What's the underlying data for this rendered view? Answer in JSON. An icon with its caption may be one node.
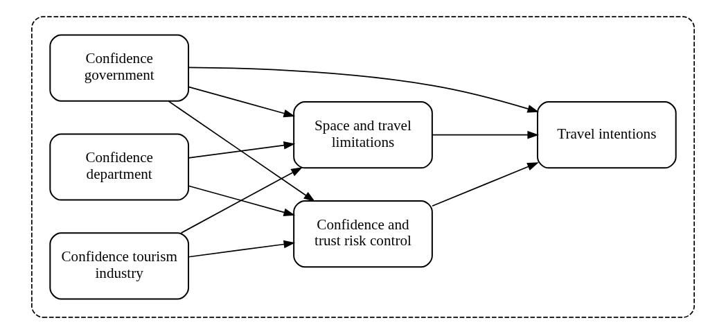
{
  "diagram": {
    "nodes": [
      {
        "text": [],
        "shape": "box"
      },
      {
        "text": [
          "Confidence department"
        ],
        "in": 0
      },
      {
        "text": [
          "Confidence government"
        ],
        "in": 0
      },
      {
        "text": [
          "Confidence tourism industry"
        ],
        "in": 0
      },
      {
        "text": [
          "Confidence and trust risk control"
        ],
        "in": 0
      },
      {
        "text": [
          "Space and travel limitations"
        ],
        "in": 0
      },
      {
        "text": [
          "Travel intentions"
        ],
        "in": 0
      }
    ],
    "edges": [
      {
        "from": 1,
        "to": 4,
        "arrow": "to"
      },
      {
        "from": 1,
        "to": 5,
        "arrow": "to"
      },
      {
        "from": 2,
        "to": 4,
        "arrow": "to"
      },
      {
        "from": 2,
        "to": 5,
        "arrow": "to"
      },
      {
        "from": 2,
        "to": 6,
        "arrow": "to"
      },
      {
        "from": 3,
        "to": 4,
        "arrow": "to"
      },
      {
        "from": 3,
        "to": 5,
        "arrow": "to"
      },
      {
        "from": 4,
        "to": 6,
        "arrow": "to"
      },
      {
        "from": 5,
        "to": 6,
        "arrow": "to"
      }
    ]
  }
}
